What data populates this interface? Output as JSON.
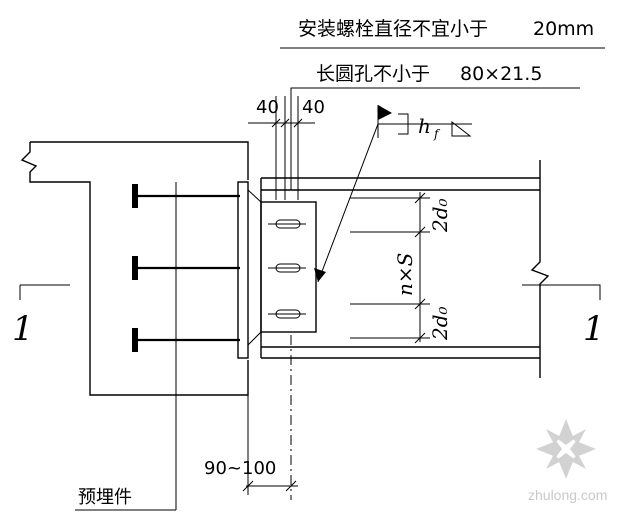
{
  "notes": {
    "bolt_text": "安装螺栓直径不宜小于",
    "bolt_value": "20mm",
    "slot_text": "长圆孔不小于",
    "slot_value": "80×21.5"
  },
  "dims": {
    "gap_left": "40",
    "gap_right": "40",
    "edge_top": "2d₀",
    "edge_bottom": "2d₀",
    "bolt_group": "n×S",
    "embed_range": "90~100"
  },
  "weld": {
    "symbol": "h",
    "subscript": "f"
  },
  "section_labels": {
    "left": "1",
    "right": "1"
  },
  "embedded_label": "预埋件",
  "watermark": "zhulong.com"
}
